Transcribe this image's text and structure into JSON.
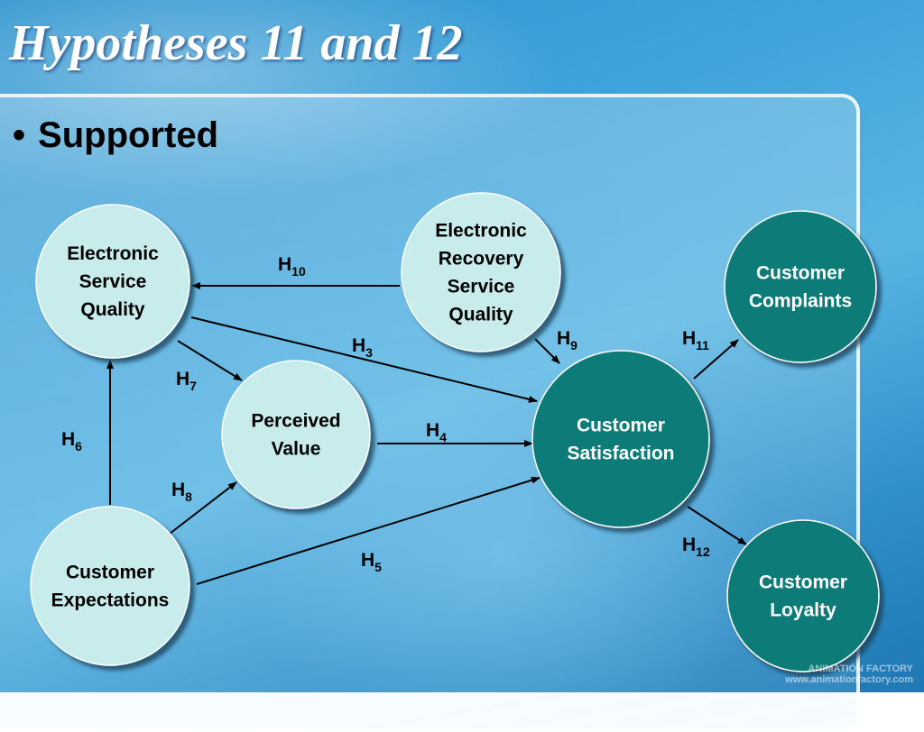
{
  "slide": {
    "title": "Hypotheses 11 and 12",
    "bullet": "Supported",
    "watermark": [
      "ANIMATION FACTORY",
      "www.animationfactory.com"
    ]
  },
  "colors": {
    "light_node_fill": "#c8ecec",
    "dark_node_fill": "#0f7c78",
    "light_node_text": "#000000",
    "dark_node_text": "#ffffff",
    "arrow": "#000000"
  },
  "nodes": [
    {
      "id": "esq",
      "lines": [
        "Electronic",
        "Service",
        "Quality"
      ],
      "style": "light"
    },
    {
      "id": "ersq",
      "lines": [
        "Electronic",
        "Recovery",
        "Service",
        "Quality"
      ],
      "style": "light"
    },
    {
      "id": "pv",
      "lines": [
        "Perceived",
        "Value"
      ],
      "style": "light"
    },
    {
      "id": "ce",
      "lines": [
        "Customer",
        "Expectations"
      ],
      "style": "light"
    },
    {
      "id": "cs",
      "lines": [
        "Customer",
        "Satisfaction"
      ],
      "style": "dark"
    },
    {
      "id": "cc",
      "lines": [
        "Customer",
        "Complaints"
      ],
      "style": "dark"
    },
    {
      "id": "cl",
      "lines": [
        "Customer",
        "Loyalty"
      ],
      "style": "dark"
    }
  ],
  "edges": [
    {
      "id": "h10",
      "from": "ersq",
      "to": "esq",
      "label": "H",
      "sub": "10"
    },
    {
      "id": "h3",
      "from": "esq",
      "to": "cs",
      "label": "H",
      "sub": "3"
    },
    {
      "id": "h7",
      "from": "esq",
      "to": "pv",
      "label": "H",
      "sub": "7"
    },
    {
      "id": "h9",
      "from": "ersq",
      "to": "cs",
      "label": "H",
      "sub": "9"
    },
    {
      "id": "h4",
      "from": "pv",
      "to": "cs",
      "label": "H",
      "sub": "4"
    },
    {
      "id": "h6",
      "from": "ce",
      "to": "esq",
      "label": "H",
      "sub": "6"
    },
    {
      "id": "h8",
      "from": "ce",
      "to": "pv",
      "label": "H",
      "sub": "8"
    },
    {
      "id": "h5",
      "from": "ce",
      "to": "cs",
      "label": "H",
      "sub": "5"
    },
    {
      "id": "h11",
      "from": "cs",
      "to": "cc",
      "label": "H",
      "sub": "11"
    },
    {
      "id": "h12",
      "from": "cs",
      "to": "cl",
      "label": "H",
      "sub": "12"
    }
  ]
}
